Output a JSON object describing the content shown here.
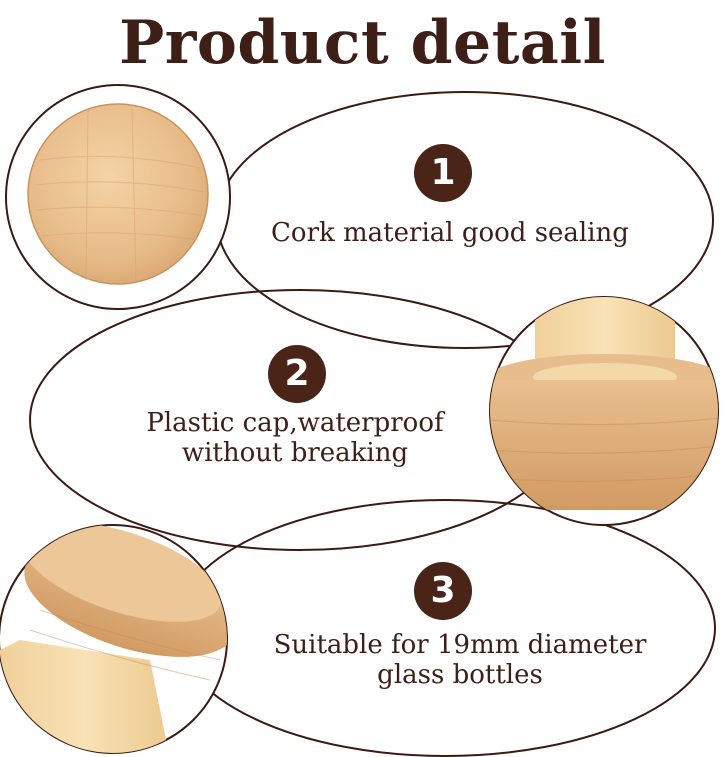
{
  "title": "Product detail",
  "features": [
    {
      "number": "1",
      "lines": [
        "Cork material good sealing"
      ]
    },
    {
      "number": "2",
      "lines": [
        "Plastic cap,waterproof",
        "without breaking"
      ]
    },
    {
      "number": "3",
      "lines": [
        "Suitable for 19mm diameter",
        "glass bottles"
      ]
    }
  ],
  "colors": {
    "title": "#3e1f18",
    "badge": "#4a2417",
    "outline": "#3a1a12",
    "wood": "#e6bc8c",
    "plug": "#f3d7a4"
  }
}
